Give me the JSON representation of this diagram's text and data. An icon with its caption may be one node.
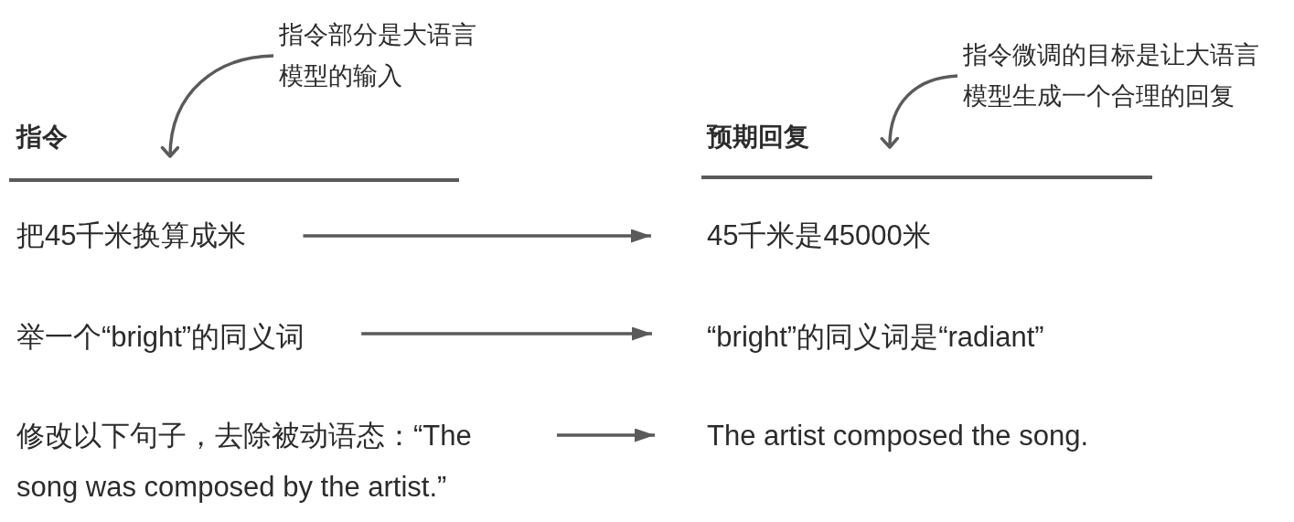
{
  "diagram": {
    "nodes": [
      {
        "text": [
          "指令部分是大语言模型的输入"
        ]
      },
      {
        "text": [
          "指令微调的目标是让大语言模型生成一个合理的回复"
        ]
      },
      {
        "text": [
          "把45千米换算成米"
        ]
      },
      {
        "text": [
          "45千米是45000米"
        ]
      },
      {
        "text": [
          "举一个“bright”的同义词"
        ]
      },
      {
        "text": [
          "“bright”的同义词是“radiant”"
        ]
      },
      {
        "text": [
          "修改以下句子，去除被动语态：“The song was composed by the artist.”"
        ]
      },
      {
        "text": [
          "The artist composed the song."
        ]
      }
    ],
    "edges": [
      {
        "from": 0,
        "to": null,
        "arrow": "to"
      },
      {
        "from": 1,
        "to": null,
        "arrow": "to"
      },
      {
        "from": 2,
        "to": 3,
        "arrow": "to"
      },
      {
        "from": 4,
        "to": 5,
        "arrow": "to"
      },
      {
        "from": 6,
        "to": 7,
        "arrow": "to"
      }
    ],
    "labels": [
      "指令",
      "预期回复"
    ]
  }
}
